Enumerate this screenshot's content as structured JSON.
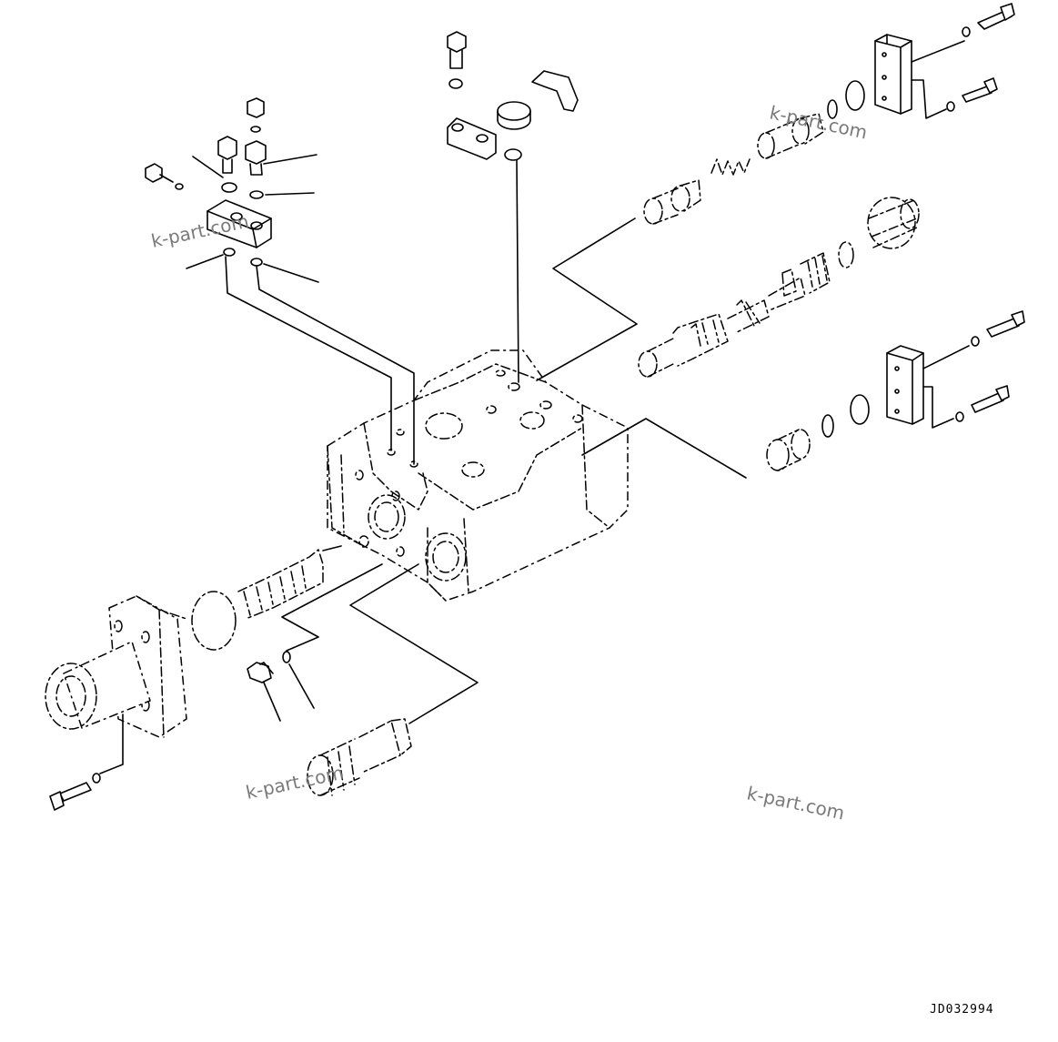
{
  "drawing": {
    "code": "JD032994"
  },
  "watermarks": [
    {
      "text": "k-part.com"
    },
    {
      "text": "k-part.com"
    },
    {
      "text": "k-part.com"
    },
    {
      "text": "k-part.com"
    }
  ],
  "colors": {
    "line": "#000000",
    "background": "#ffffff",
    "watermark": "#7a7a7a"
  }
}
